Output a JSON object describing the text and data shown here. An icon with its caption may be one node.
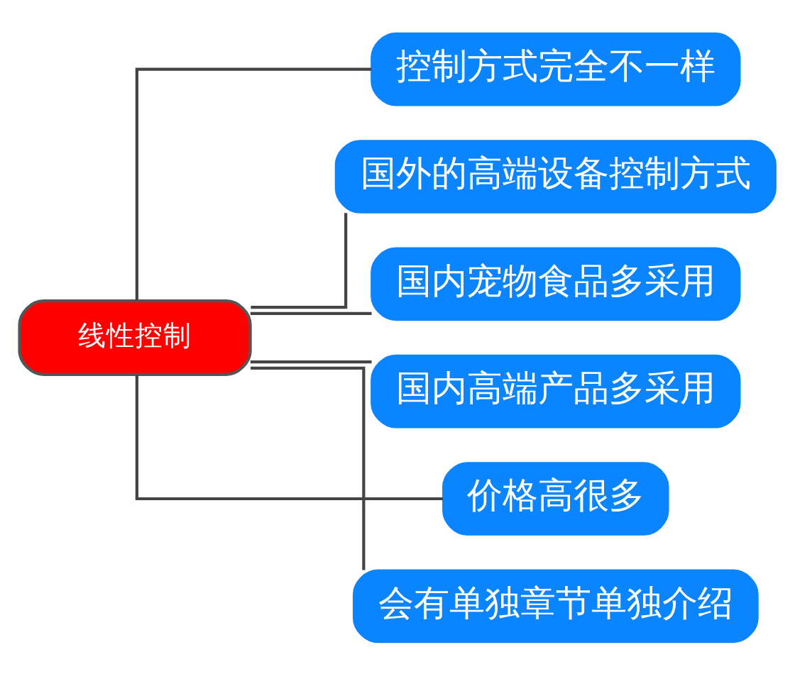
{
  "diagram": {
    "nodes": [
      {
        "text": [
          "线性控制"
        ]
      },
      {
        "text": [
          "控制方式完全不一样"
        ]
      },
      {
        "text": [
          "国外的高端设备控制方式"
        ]
      },
      {
        "text": [
          "国内宠物食品多采用"
        ]
      },
      {
        "text": [
          "国内高端产品多采用"
        ]
      },
      {
        "text": [
          "价格高很多"
        ]
      },
      {
        "text": [
          "会有单独章节单独介绍"
        ]
      }
    ],
    "edges": [
      {
        "from": 0,
        "to": 1,
        "arrow": "none"
      },
      {
        "from": 0,
        "to": 2,
        "arrow": "none"
      },
      {
        "from": 0,
        "to": 3,
        "arrow": "none"
      },
      {
        "from": 0,
        "to": 4,
        "arrow": "none"
      },
      {
        "from": 0,
        "to": 5,
        "arrow": "none"
      },
      {
        "from": 0,
        "to": 6,
        "arrow": "none"
      }
    ]
  }
}
